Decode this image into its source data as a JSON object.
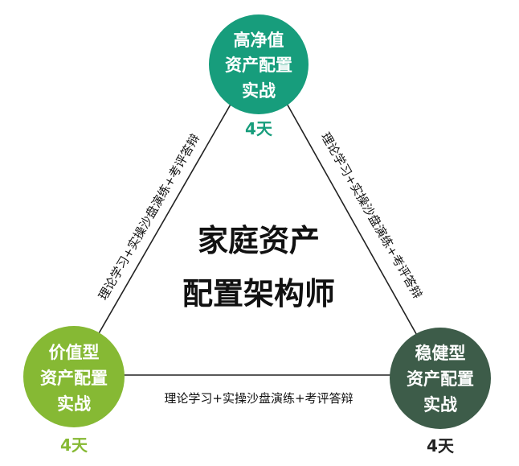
{
  "center": {
    "line1": "家庭资产",
    "line2": "配置架构师"
  },
  "nodes": {
    "top": {
      "lines": [
        "高净值",
        "资产配置",
        "实战"
      ],
      "duration": "4天",
      "color": "#179d7c"
    },
    "left": {
      "lines": [
        "价值型",
        "资产配置",
        "实战"
      ],
      "duration": "4天",
      "color": "#86b934"
    },
    "right": {
      "lines": [
        "稳健型",
        "资产配置",
        "实战"
      ],
      "duration": "4天",
      "color": "#3d5c49"
    }
  },
  "edges": {
    "left": "理论学习+实操沙盘演练+考评答辩",
    "right": "理论学习+实操沙盘演练+考评答辩",
    "bottom": "理论学习+实操沙盘演练+考评答辩"
  },
  "colors": {
    "line": "#222222",
    "right_duration": "#222222"
  }
}
